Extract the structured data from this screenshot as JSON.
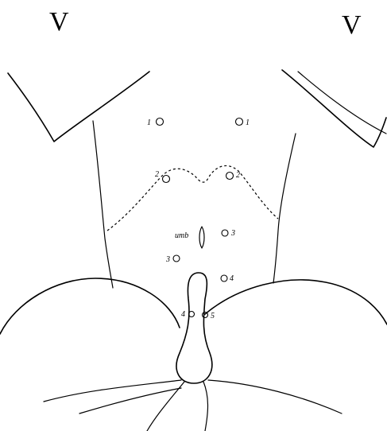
{
  "corner_marks": {
    "left": "V",
    "right": "V"
  },
  "markers": [
    {
      "id": "m-1o",
      "label": "1"
    },
    {
      "id": "m-o1",
      "label": "1"
    },
    {
      "id": "m-2o",
      "label": "2"
    },
    {
      "id": "m-o2",
      "label": "2"
    },
    {
      "id": "m-o3",
      "label": "3"
    },
    {
      "id": "m-3o",
      "label": "3"
    },
    {
      "id": "m-o4",
      "label": "4"
    },
    {
      "id": "m-4o",
      "label": "4"
    },
    {
      "id": "m-o5",
      "label": "5"
    }
  ],
  "umbilicus_label": "umb"
}
